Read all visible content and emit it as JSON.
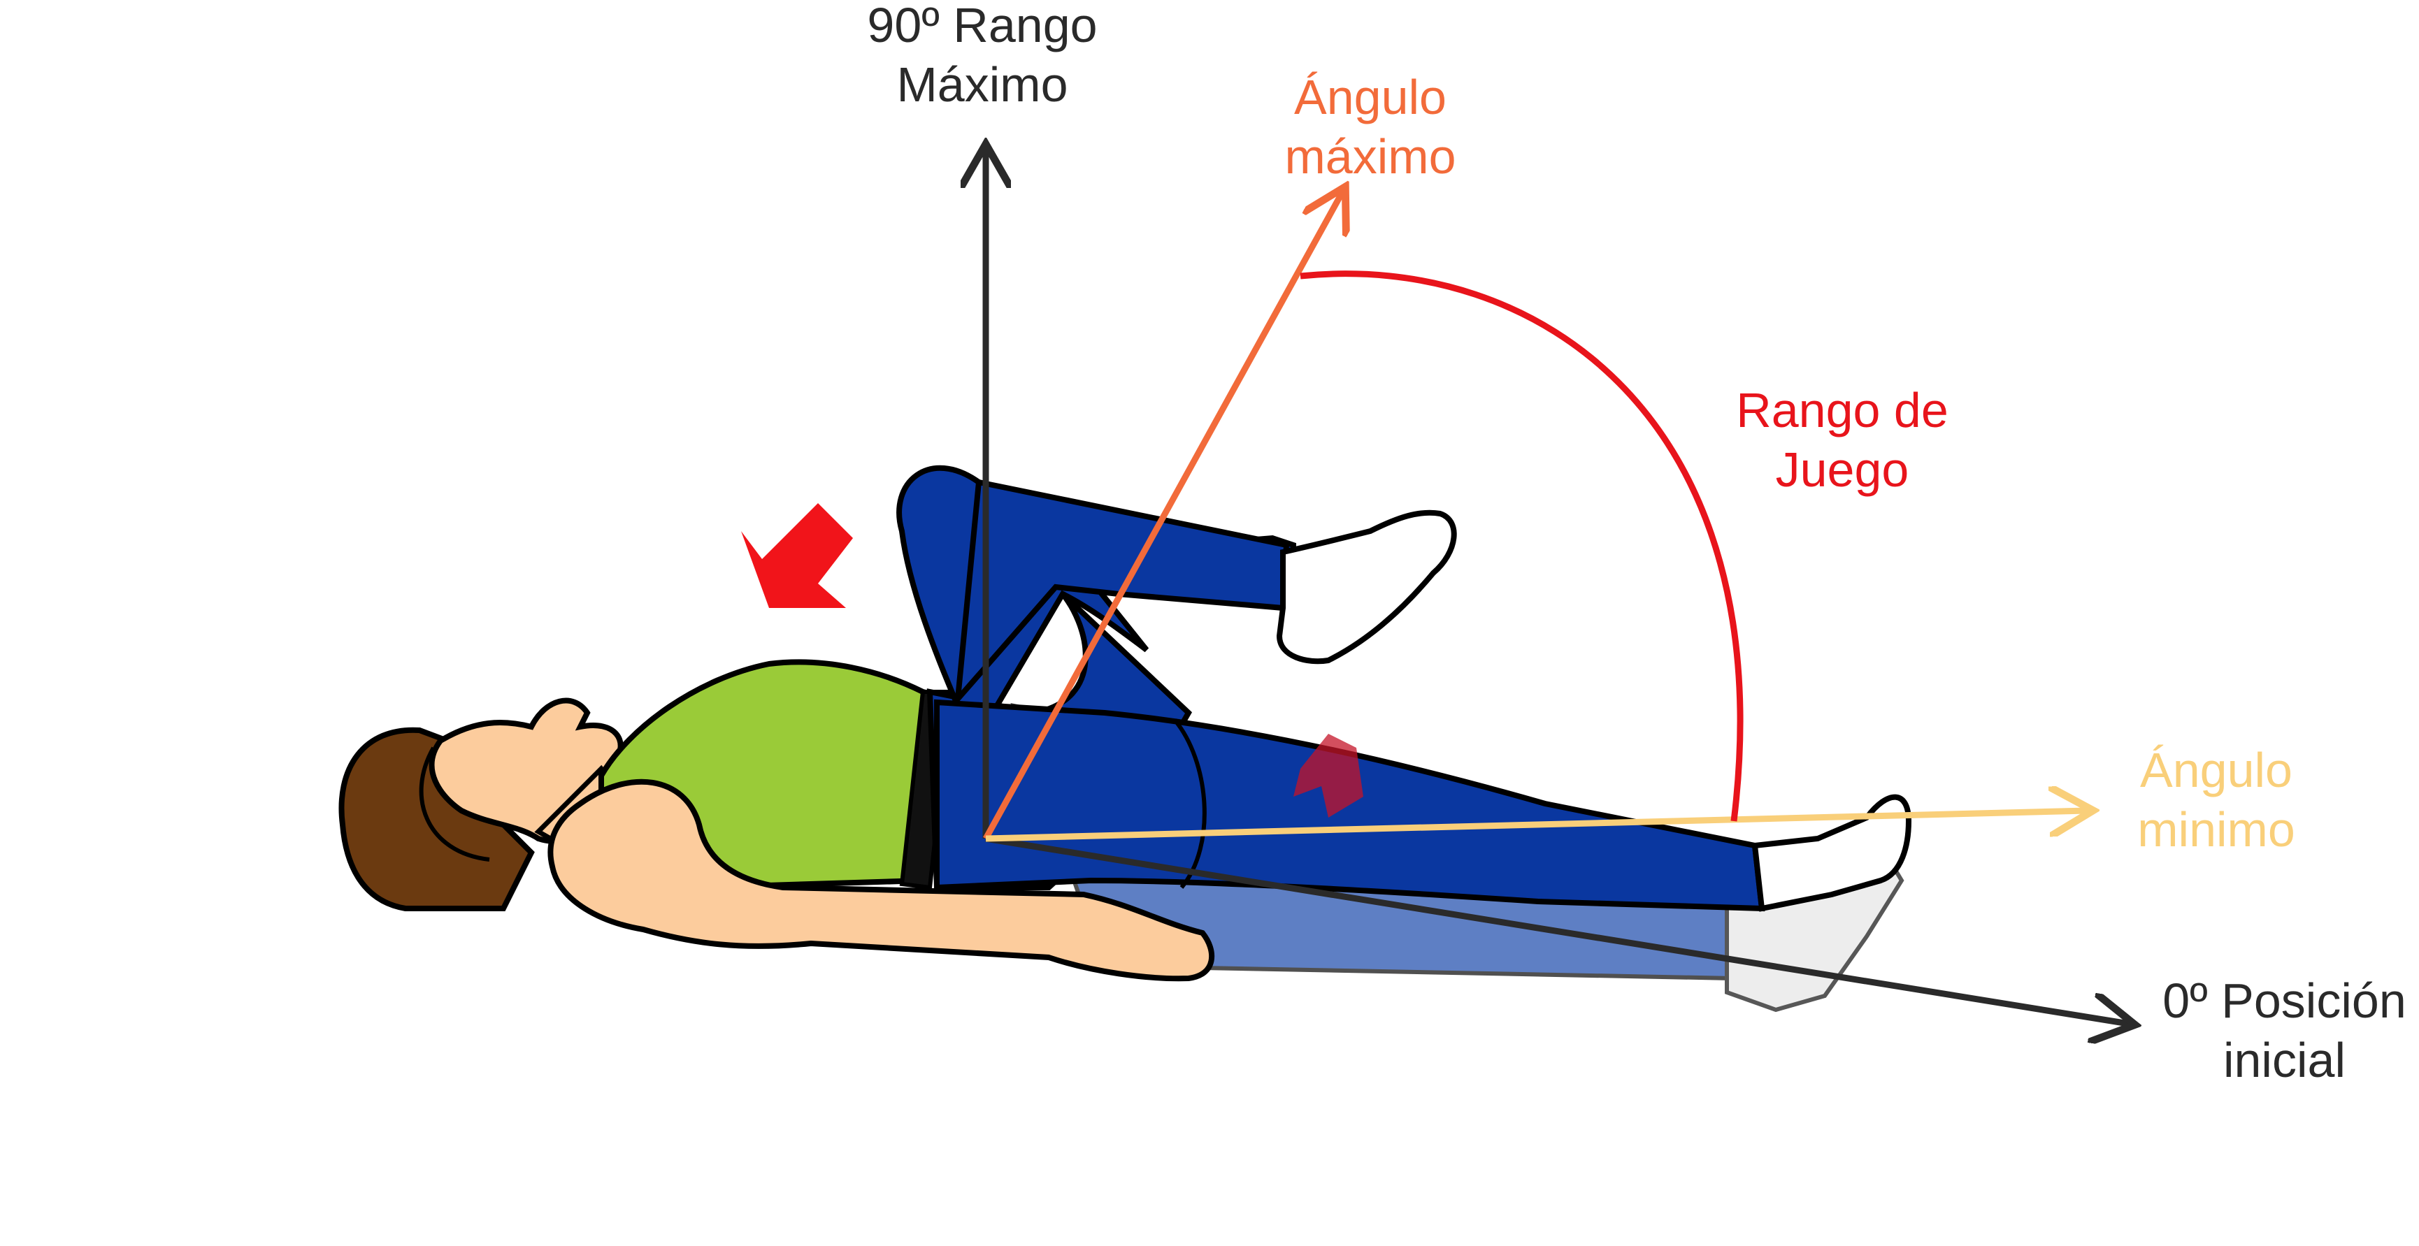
{
  "colors": {
    "axis": "#2a2a2a",
    "angle_max": "#f26b3a",
    "angle_min": "#f9cf7a",
    "range_arc": "#e8141b",
    "pants": "#0a37a0",
    "pants_shadow": "#3b63b8",
    "shirt": "#9acb38",
    "skin": "#fccc9d",
    "hair": "#6b3a10",
    "press_arrow": "#f1141a"
  },
  "labels": {
    "vertical_axis": {
      "line1": "90º Rango",
      "line2": "Máximo"
    },
    "max_angle": {
      "line1": "Ángulo",
      "line2": "máximo"
    },
    "range": {
      "line1": "Rango de",
      "line2": "Juego"
    },
    "min_angle": {
      "line1": "Ángulo",
      "line2": "minimo"
    },
    "start_axis": {
      "line1": "0º Posición",
      "line2": "inicial"
    }
  }
}
